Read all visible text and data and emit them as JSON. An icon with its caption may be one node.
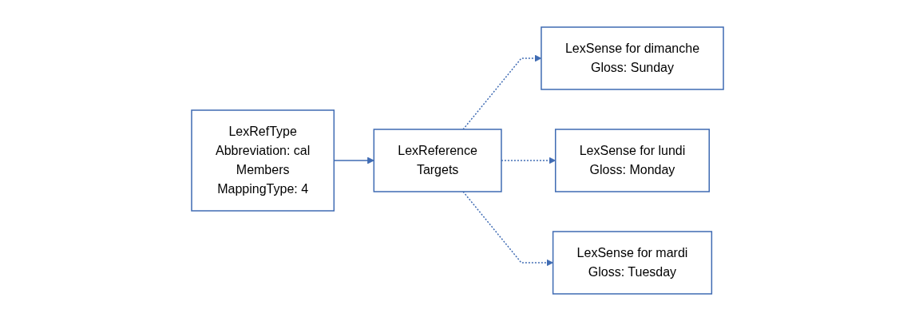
{
  "diagram": {
    "nodes": [
      {
        "text": [
          "LexRefType",
          "Abbreviation: cal",
          "Members",
          "MappingType: 4"
        ]
      },
      {
        "text": [
          "LexReference",
          "Targets"
        ]
      },
      {
        "text": [
          "LexSense for dimanche",
          "Gloss: Sunday"
        ]
      },
      {
        "text": [
          "LexSense for lundi",
          "Gloss: Monday"
        ]
      },
      {
        "text": [
          "LexSense for mardi",
          "Gloss: Tuesday"
        ]
      }
    ],
    "edges": [
      {
        "from": 0,
        "to": 1,
        "arrow": "to"
      },
      {
        "from": 1,
        "to": 2,
        "arrow": "to",
        "style": "dashed"
      },
      {
        "from": 1,
        "to": 3,
        "arrow": "to",
        "style": "dashed"
      },
      {
        "from": 1,
        "to": 4,
        "arrow": "to",
        "style": "dashed"
      }
    ]
  }
}
